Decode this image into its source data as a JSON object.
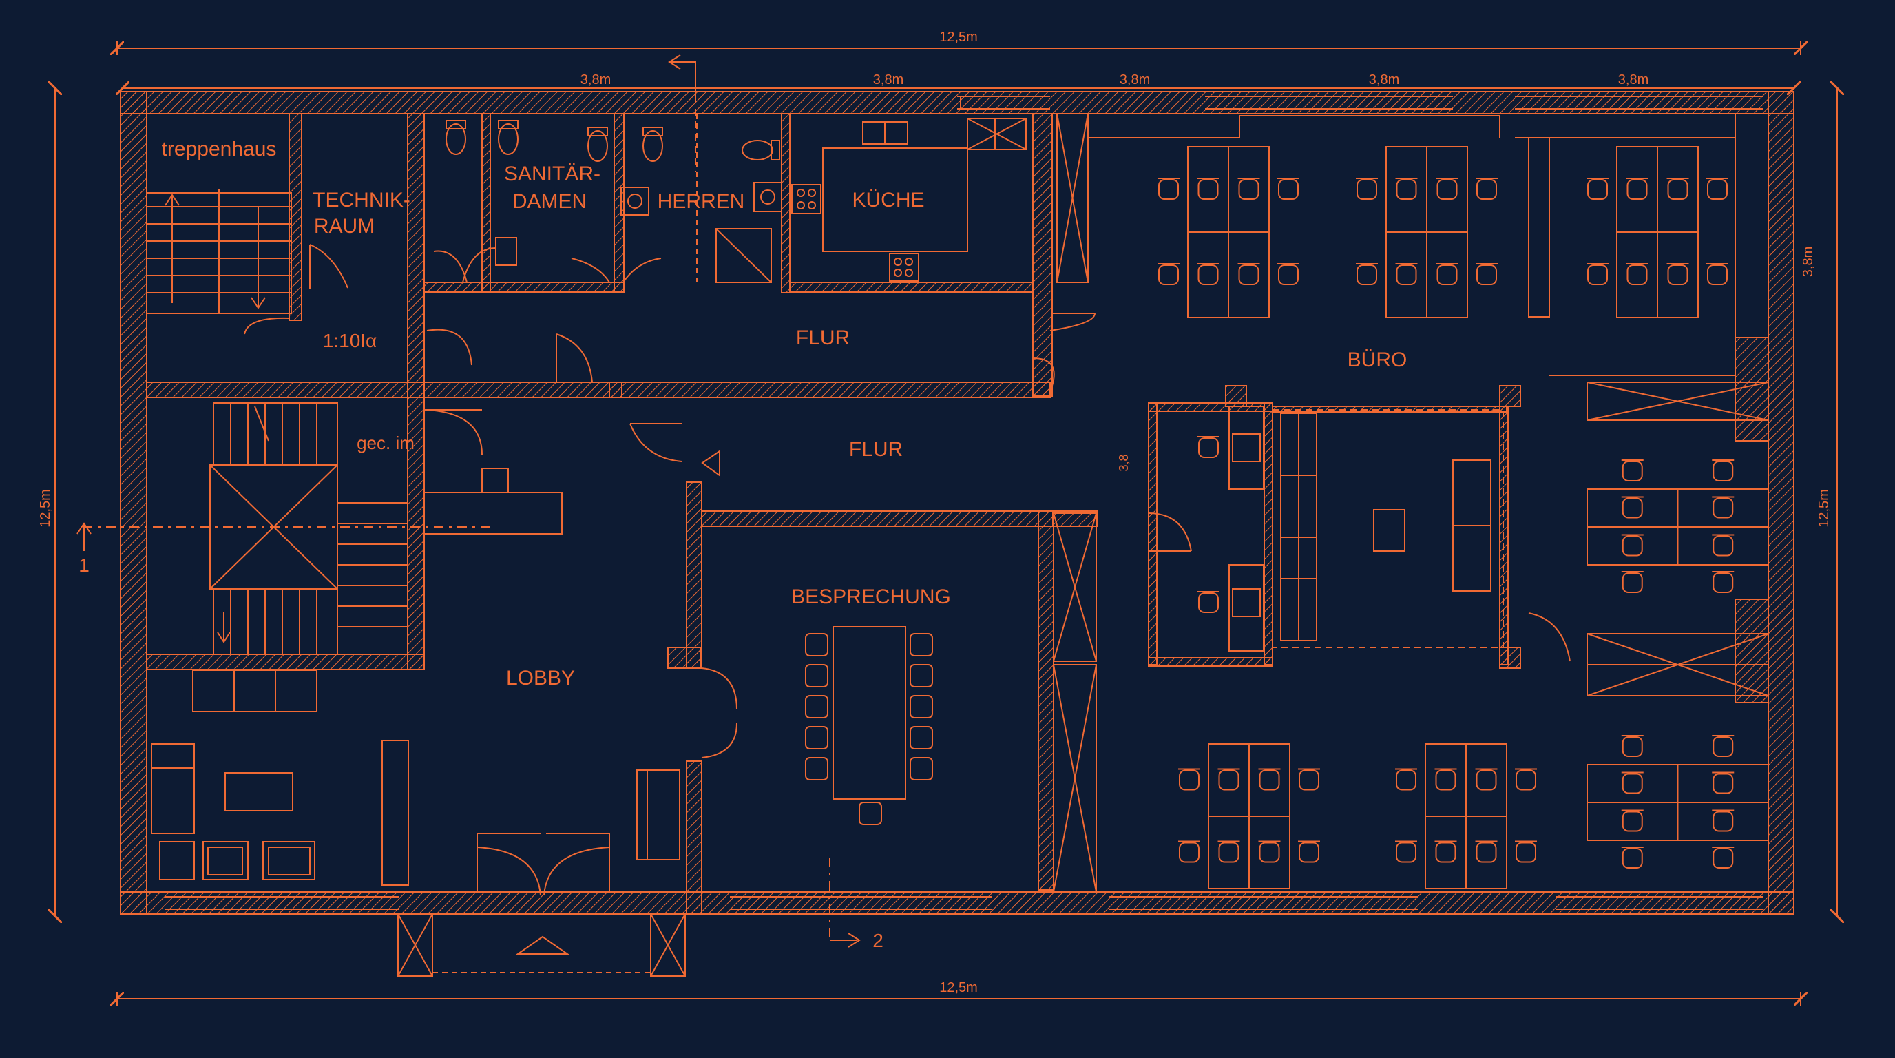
{
  "colors": {
    "background": "#0d1b33",
    "line": "#f06a34"
  },
  "dimensions": {
    "top_overall": "12,5m",
    "bottom_overall": "12,5m",
    "left_overall": "12,5m",
    "right_overall": "12,5m",
    "right_upper": "3,8m",
    "bay_1": "3,8m",
    "bay_2": "3,8m",
    "bay_3": "3,8m",
    "bay_4": "3,8m",
    "bay_5": "3,8m",
    "office_inner": "3,8"
  },
  "section_markers": {
    "section_1": "1",
    "section_2": "2"
  },
  "rooms": {
    "stairwell": "treppenhaus",
    "technical_room_line1": "TECHNIK-",
    "technical_room_line2": "RAUM",
    "ladies_wc_line1": "SANITÄR-",
    "ladies_wc_line2": "DAMEN",
    "mens_wc": "HERREN",
    "kitchen": "KÜCHE",
    "corridor_upper": "FLUR",
    "corridor_middle": "FLUR",
    "scale_note": "1:10Ια",
    "lift_note": "gec. im",
    "office": "BÜRO",
    "meeting": "BESPRECHUNG",
    "lobby": "LOBBY"
  },
  "furniture_icons": [
    "office-chair-icon",
    "desk-icon",
    "sofa-icon",
    "armchair-icon",
    "conference-table-icon",
    "toilet-icon",
    "sink-icon",
    "stove-icon",
    "shower-icon"
  ]
}
